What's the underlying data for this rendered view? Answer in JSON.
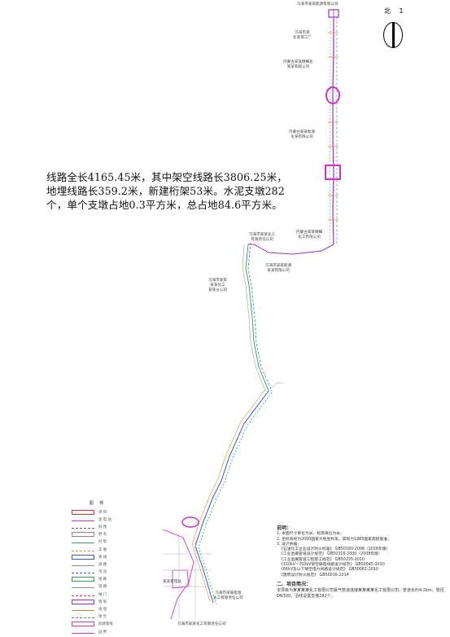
{
  "summary": {
    "line1": "线路全长4165.45米，其中架空线路长3806.25米，",
    "line2": "地埋线路长359.2米，新建桁架53米。水泥支墩282",
    "line3": "个，单个支墩占地0.3平方米，总占地84.6平方米。"
  },
  "north_arrow": {
    "label": "北 1"
  },
  "place_labels": {
    "top_company": "乌海市某某能源有限公司",
    "a": "乌海市某\n化某某工厂",
    "b": "内蒙古某某精细化\n某某有限公司",
    "c": "内蒙古某某能源\n化某有限公司",
    "d": "内蒙古某某精细\n化工有限公司",
    "e": "乌海市某某化工\n有限责任公司",
    "f": "乌海市某某能源\n某某有限公司",
    "g": "乌海市某某\n某某化工\n某某分公司",
    "h": "乌海市某某能源\n化工有限责任公司",
    "bottom_company": "乌海市某某化工有限责任公司",
    "station": "某某变电站"
  },
  "legend": {
    "title": "图 例",
    "items": [
      "项 目",
      "变 电 站",
      "拟 建",
      "原 有",
      "桁 架",
      "支 墩",
      "管 线",
      "道 路",
      "河 流",
      "线 路",
      "铁 路",
      "阀 门",
      "管 架",
      "地 埋",
      "架 空",
      "拟建管线",
      "边 界"
    ]
  },
  "notes": {
    "title": "说明：",
    "lines": [
      "1. 本图尺寸单位为米，标高单位为米；",
      "2. 坐标系统为2000国家大地坐标系，高程为1985国家高程基准；",
      "3. 设计依据：",
      "  《石油化工企业设计防火标准》 GB50160-2008（2018年版）",
      "  《工业金属管道设计规范》 GB50316-2000（2008年版）",
      "  《工业金属管道工程施工规范》 GB50235-2010",
      "  《110kV~750kV架空输电线路设计规范》 GB50545-2010",
      "  《66kV及以下架空电力线路设计规范》 GB50061-2010",
      "  《建筑设计防火规范》 GB50016-2014"
    ],
    "sec2_title": "二、项目简况：",
    "sec2_text": "本项目为某某某某化工有限公司氯气管道连接某某某某化工有限公司，管道长约4.2km，管径DN300，沿线设置支墩282个。"
  },
  "colors": {
    "route_blue": "#2f5fc8",
    "route_green": "#2aa04a",
    "route_purple": "#9a2ec8",
    "route_orange": "#e08a20",
    "magenta": "#d22fc8",
    "red": "#d43030",
    "grey": "#8a8a8a"
  }
}
